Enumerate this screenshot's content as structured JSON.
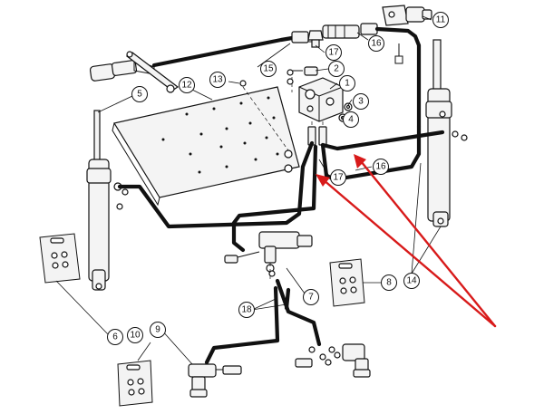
{
  "diagram": {
    "callouts": [
      {
        "label": "1"
      },
      {
        "label": "2"
      },
      {
        "label": "3"
      },
      {
        "label": "4"
      },
      {
        "label": "5"
      },
      {
        "label": "6"
      },
      {
        "label": "7"
      },
      {
        "label": "8"
      },
      {
        "label": "9"
      },
      {
        "label": "10"
      },
      {
        "label": "11"
      },
      {
        "label": "12"
      },
      {
        "label": "13"
      },
      {
        "label": "14"
      },
      {
        "label": "15"
      },
      {
        "label": "16"
      },
      {
        "label": "16"
      },
      {
        "label": "17"
      },
      {
        "label": "17"
      },
      {
        "label": "18"
      }
    ],
    "colors": {
      "line": "#111111",
      "background": "#ffffff",
      "highlight_arrow": "#d81a1a"
    }
  }
}
